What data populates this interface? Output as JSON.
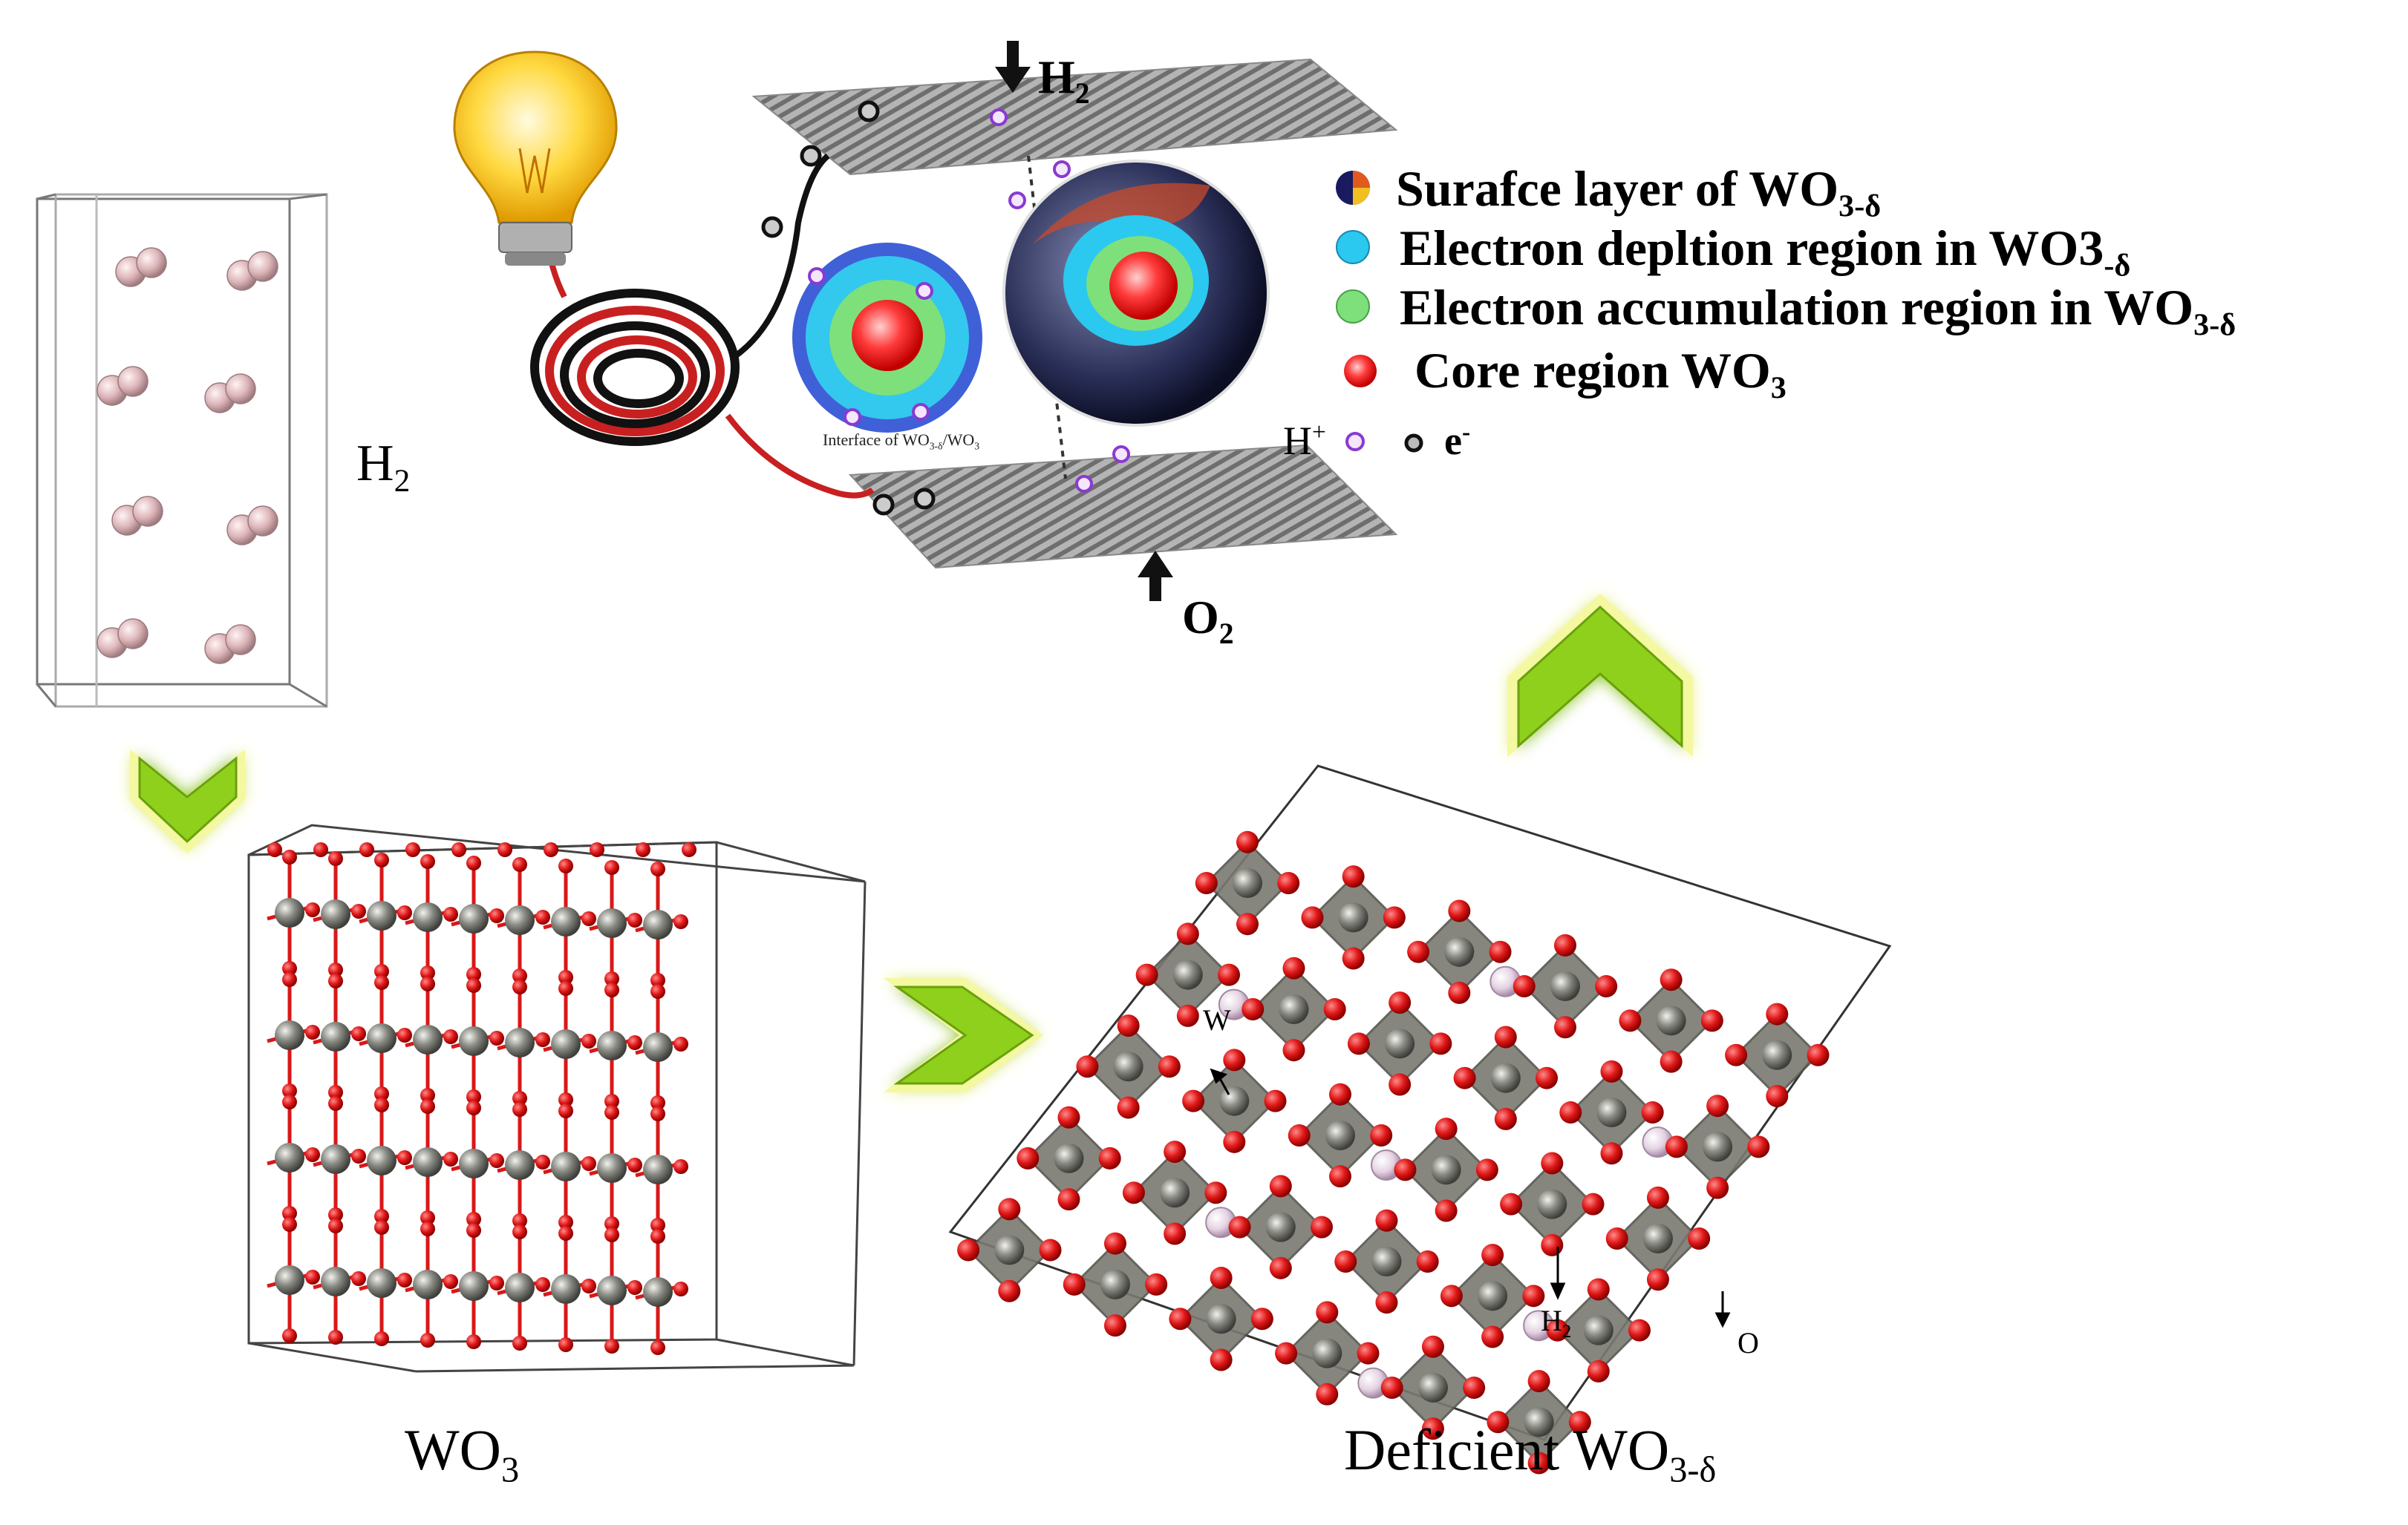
{
  "labels": {
    "h2_box": "H",
    "h2_box_sub": "2",
    "h2_top": "H",
    "h2_top_sub": "2",
    "o2_bottom": "O",
    "o2_bottom_sub": "2",
    "wo3": "WO",
    "wo3_sub": "3",
    "deficient": "Deficient WO",
    "deficient_sub": "3-δ",
    "interface": "Interface of WO",
    "interface_sub": "3-δ",
    "interface_tail": "/WO",
    "interface_tail_sub": "3",
    "atom_w": "W",
    "atom_o": "O",
    "atom_h2": "H",
    "atom_h2_sub": "2",
    "hplus": "H",
    "hplus_sup": "+",
    "electron": "e",
    "electron_sup": "-"
  },
  "legend": [
    {
      "text": "Surafce layer of WO",
      "sub": "3-δ",
      "color": "#e05a1e",
      "icon": "multicolor-sphere-icon"
    },
    {
      "text": "Electron depltion region in WO3",
      "sub": "-δ",
      "color": "#2bc8f0",
      "icon": "cyan-sphere-icon"
    },
    {
      "text": "Electron accumulation region in WO",
      "sub": "3-δ",
      "color": "#7de07a",
      "icon": "green-sphere-icon"
    },
    {
      "text": "Core region WO",
      "sub": "3",
      "color": "#e8202a",
      "icon": "red-sphere-icon"
    }
  ],
  "colors": {
    "oxygen": "#e01818",
    "tungsten": "#6e6e68",
    "hydrogen": "#e8d8e6",
    "arrow_fill": "#8fd01e",
    "arrow_glow": "#f4f8a0",
    "cell_line": "#555555"
  }
}
